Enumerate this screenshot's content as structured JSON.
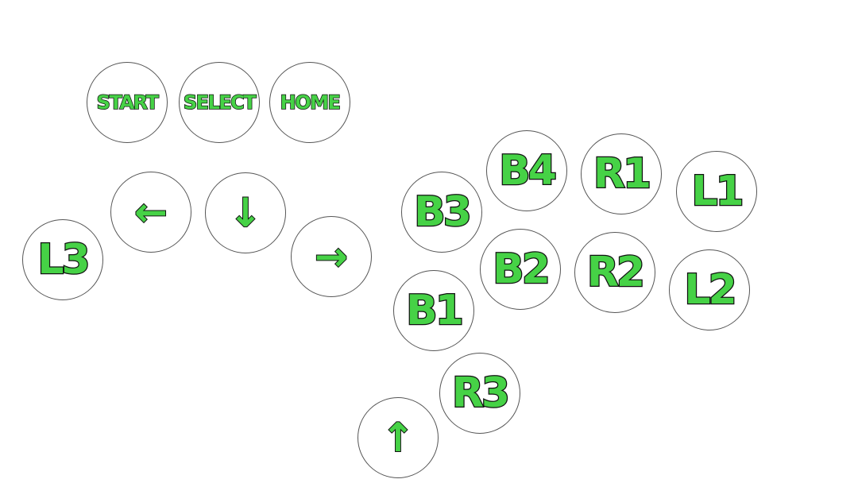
{
  "colors": {
    "label_fill": "#46d246",
    "label_stroke": "#111111",
    "button_border": "#555555",
    "background": "#ffffff"
  },
  "buttons": {
    "start": "START",
    "select": "SELECT",
    "home": "HOME",
    "left": "←",
    "down": "↓",
    "right": "→",
    "up": "↑",
    "l3": "L3",
    "r3": "R3",
    "b1": "B1",
    "b2": "B2",
    "b3": "B3",
    "b4": "B4",
    "r1": "R1",
    "r2": "R2",
    "l1": "L1",
    "l2": "L2"
  }
}
